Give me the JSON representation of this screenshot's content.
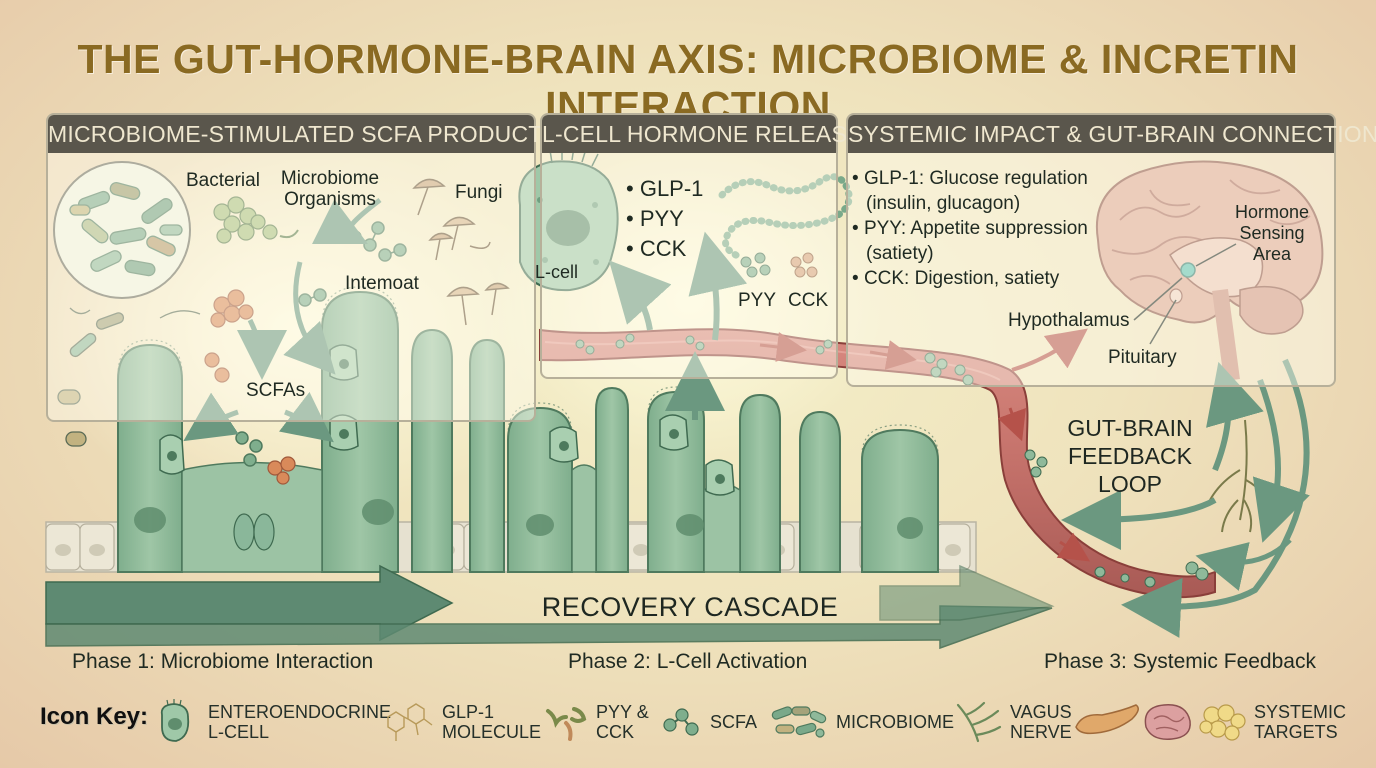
{
  "title": "THE GUT-HORMONE-BRAIN AXIS: MICROBIOME & INCRETIN INTERACTION",
  "panels": [
    {
      "title": "MICROBIOME-STIMULATED SCFA PRODUCTION",
      "labels": {
        "bacterial": "Bacterial",
        "microbiome_organisms_1": "Microbiome",
        "microbiome_organisms_2": "Organisms",
        "fungi": "Fungi",
        "intemoat": "Intemoat",
        "scfas": "SCFAs"
      }
    },
    {
      "title": "L-CELL HORMONE RELEASE",
      "hormones": [
        "GLP-1",
        "PYY",
        "CCK"
      ],
      "labels": {
        "lcell": "L-cell",
        "pyy": "PYY",
        "cck": "CCK"
      }
    },
    {
      "title": "SYSTEMIC IMPACT & GUT-BRAIN CONNECTION",
      "effects": [
        {
          "line1": "GLP-1: Glucose regulation",
          "line2": "(insulin, glucagon)"
        },
        {
          "line1": "PYY: Appetite suppression",
          "line2": "(satiety)"
        },
        {
          "line1": "CCK: Digestion, satiety",
          "line2": ""
        }
      ],
      "labels": {
        "hormone_sensing_1": "Hormone",
        "hormone_sensing_2": "Sensing",
        "hormone_sensing_3": "Area",
        "hypothalamus": "Hypothalamus",
        "pituitary": "Pituitary"
      }
    }
  ],
  "cascade": "RECOVERY CASCADE",
  "feedback_loop": [
    "GUT-BRAIN",
    "FEEDBACK",
    "LOOP"
  ],
  "phases": [
    "Phase 1: Microbiome Interaction",
    "Phase 2: L-Cell Activation",
    "Phase 3: Systemic Feedback"
  ],
  "icon_key": {
    "title": "Icon Key:",
    "items": [
      {
        "icon": "enteroendocrine-cell-icon",
        "line1": "ENTEROENDOCRINE",
        "line2": "L-CELL"
      },
      {
        "icon": "glp1-molecule-icon",
        "line1": "GLP-1",
        "line2": "MOLECULE"
      },
      {
        "icon": "pyy-cck-icon",
        "line1": "PYY &",
        "line2": "CCK"
      },
      {
        "icon": "scfa-icon",
        "line1": "SCFA",
        "line2": ""
      },
      {
        "icon": "microbiome-icon",
        "line1": "MICROBIOME",
        "line2": ""
      },
      {
        "icon": "vagus-nerve-icon",
        "line1": "VAGUS",
        "line2": "NERVE"
      },
      {
        "icon": "systemic-targets-icon",
        "line1": "SYSTEMIC",
        "line2": "TARGETS"
      }
    ]
  },
  "colors": {
    "title": "#8a6a22",
    "header": "#5a564c",
    "tissue_green": "#8fb99a",
    "vessel_red": "#c4716a",
    "arrow_green": "#5e8a72",
    "brain": "#d7a08e"
  }
}
